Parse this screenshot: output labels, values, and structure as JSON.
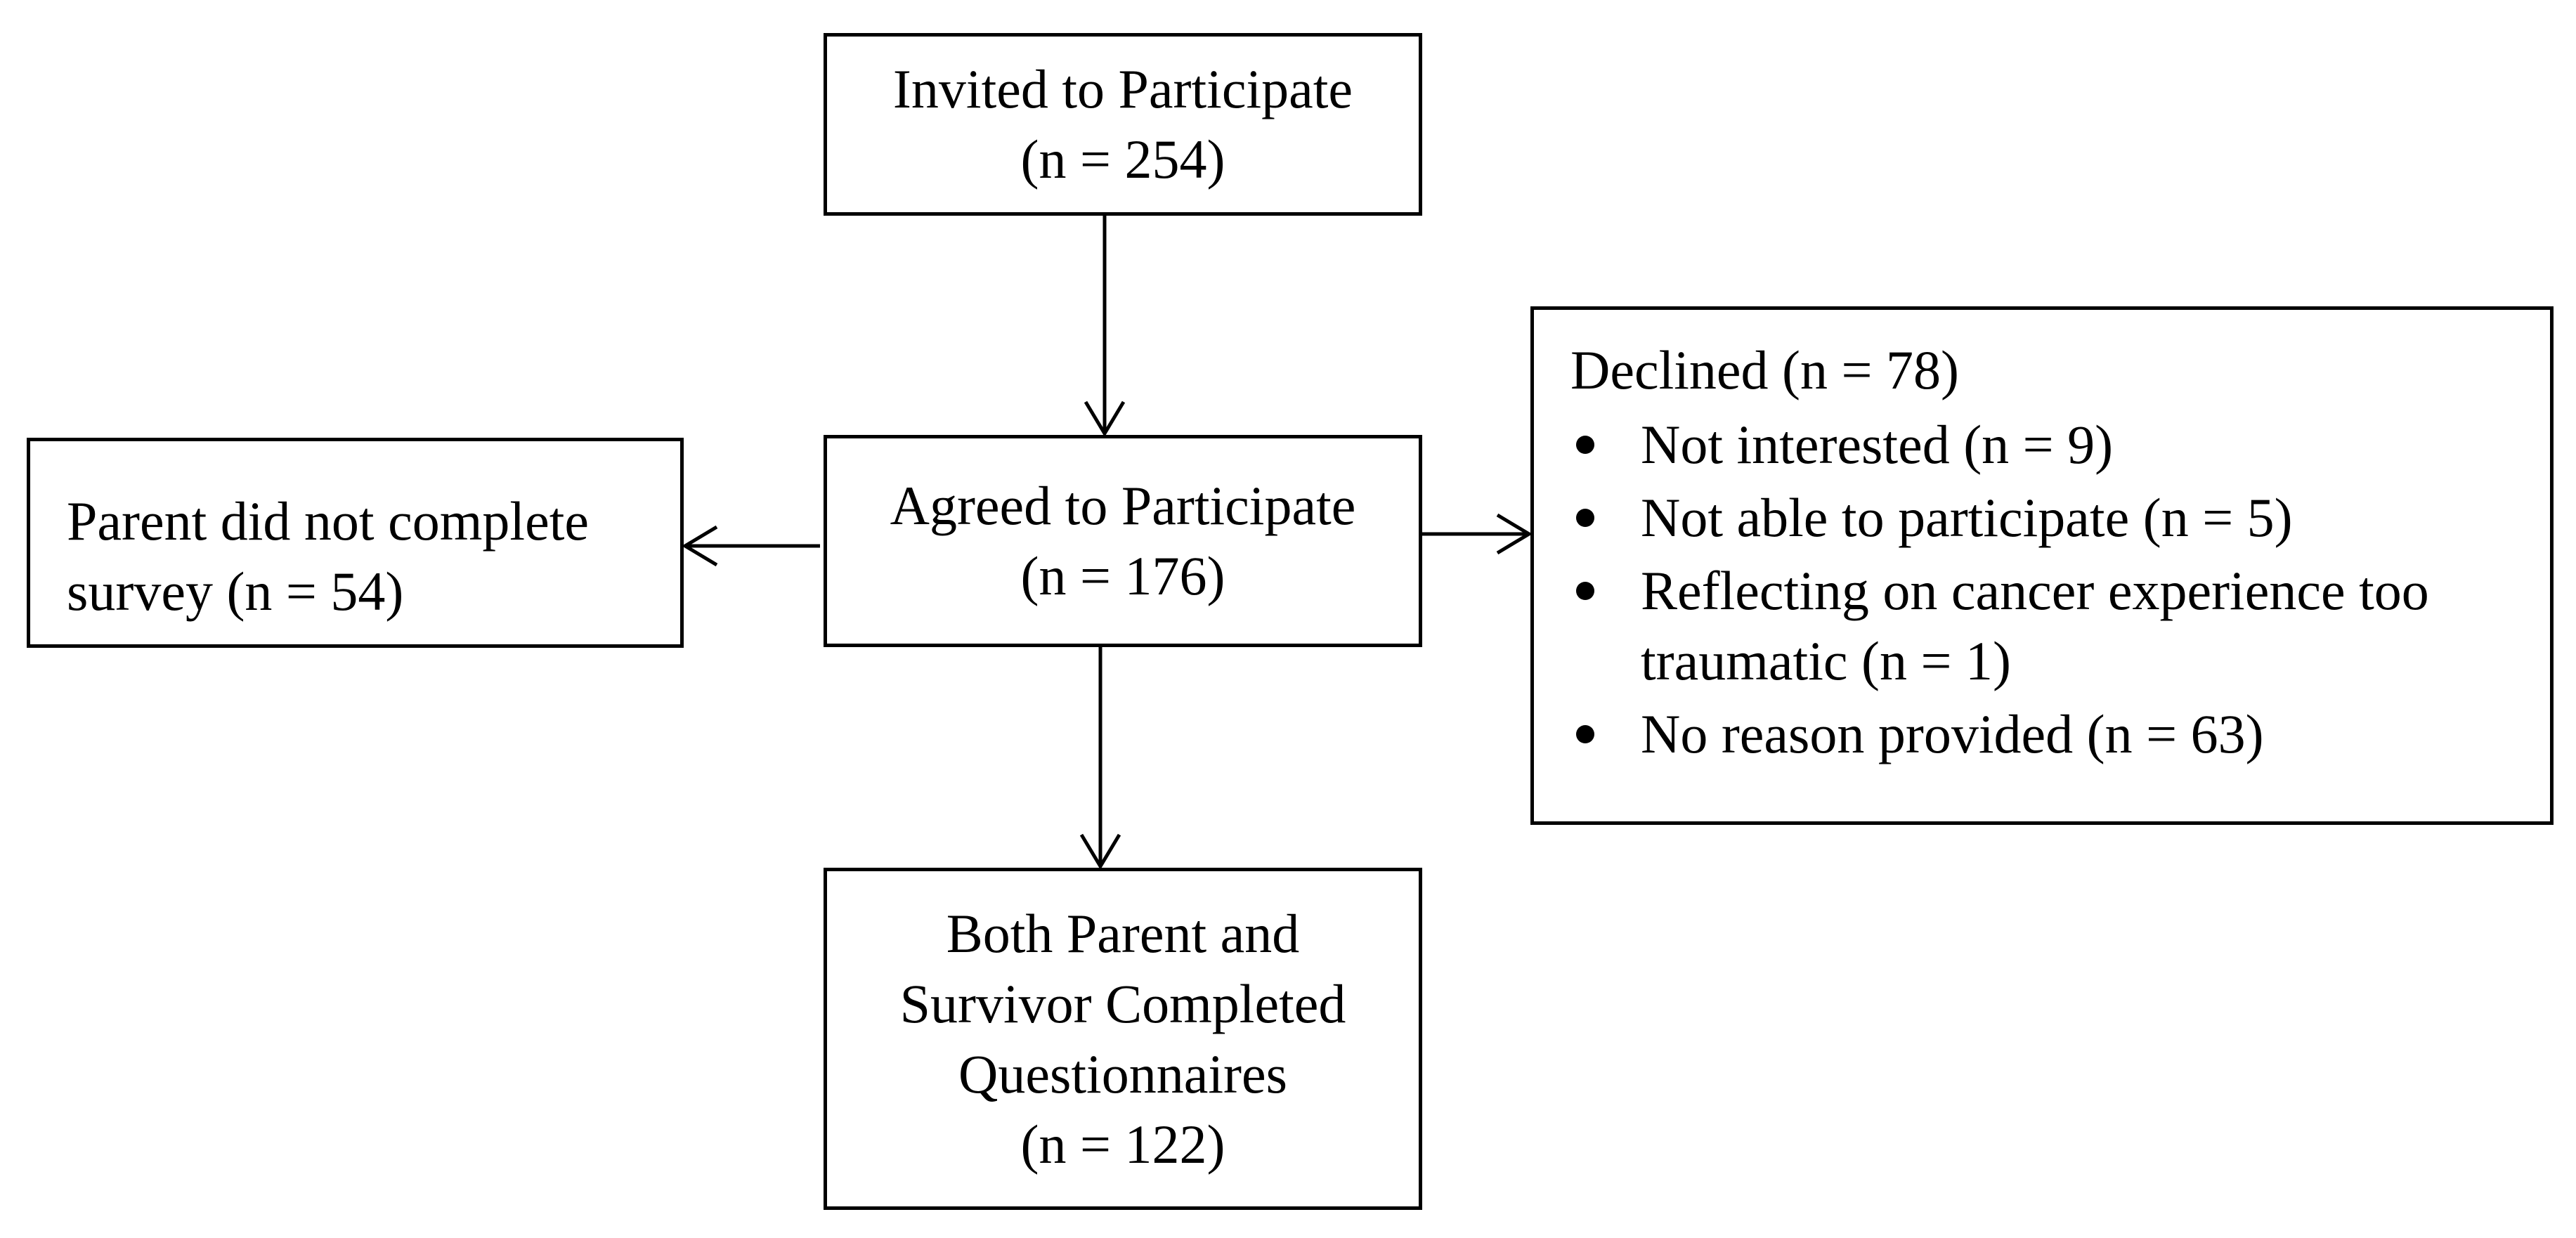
{
  "boxes": {
    "invited": {
      "line1": "Invited to Participate",
      "line2": "(n = 254)"
    },
    "agreed": {
      "line1": "Agreed to Participate",
      "line2": "(n = 176)"
    },
    "parent_incomplete": {
      "line1": "Parent did not complete",
      "line2": "survey (n = 54)"
    },
    "completed": {
      "line1": "Both Parent and",
      "line2": "Survivor Completed",
      "line3": "Questionnaires",
      "line4": "(n = 122)"
    },
    "declined": {
      "heading": "Declined (n = 78)",
      "items": [
        {
          "text": "Not interested (n = 9)"
        },
        {
          "text": "Not able to participate (n = 5)"
        },
        {
          "text": "Reflecting on cancer experience too traumatic (n = 1)"
        },
        {
          "text": "No reason provided (n = 63)"
        }
      ]
    }
  }
}
